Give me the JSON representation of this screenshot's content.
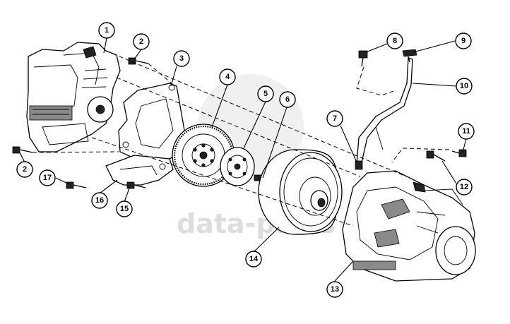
{
  "watermark": {
    "text": "data-parts"
  },
  "callouts": [
    {
      "label": "1"
    },
    {
      "label": "2"
    },
    {
      "label": "3"
    },
    {
      "label": "4"
    },
    {
      "label": "5"
    },
    {
      "label": "6"
    },
    {
      "label": "7"
    },
    {
      "label": "8"
    },
    {
      "label": "9"
    },
    {
      "label": "10"
    },
    {
      "label": "11"
    },
    {
      "label": "12"
    },
    {
      "label": "13"
    },
    {
      "label": "14"
    },
    {
      "label": "15"
    },
    {
      "label": "16"
    },
    {
      "label": "17"
    },
    {
      "label": "2"
    }
  ],
  "colors": {
    "line": "#000000",
    "background": "#ffffff",
    "shade": "#8a8a8a"
  }
}
